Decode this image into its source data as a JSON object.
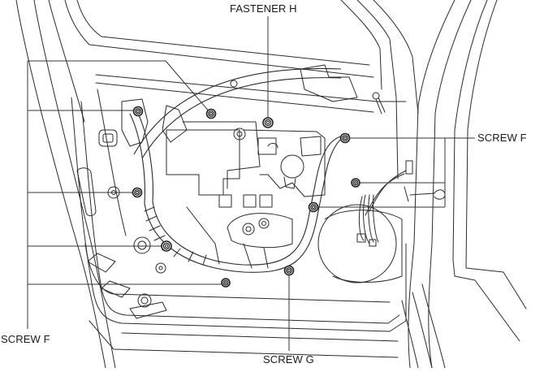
{
  "figure": {
    "title": "Front door panel with regulator — fastener locations",
    "colors": {
      "line": "#2b2b2b",
      "background": "#ffffff",
      "text": "#1a1a1a"
    }
  },
  "labels": {
    "fastener_h": "FASTENER H",
    "screw_f_right": "SCREW F",
    "screw_f_left": "SCREW F",
    "screw_g": "SCREW G"
  },
  "callouts": [
    {
      "label_key": "fastener_h",
      "target_count": 1
    },
    {
      "label_key": "screw_f_right",
      "target_count": 3
    },
    {
      "label_key": "screw_f_left",
      "target_count": 5
    },
    {
      "label_key": "screw_g",
      "target_count": 1
    }
  ]
}
